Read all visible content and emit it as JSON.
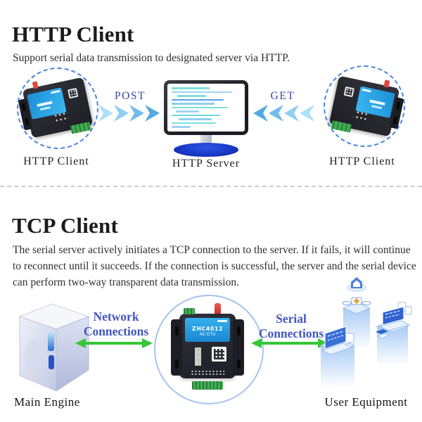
{
  "http_section": {
    "title": "HTTP Client",
    "description": "Support serial data transmission to designated server via HTTP.",
    "post_label": "POST",
    "get_label": "GET",
    "captions": {
      "left": "HTTP Client",
      "center": "HTTP Server",
      "right": "HTTP Client"
    }
  },
  "tcp_section": {
    "title": "TCP Client",
    "description": "The serial server actively initiates a TCP connection to the server. If it fails, it will continue to reconnect until it succeeds. If the connection is successful, the server and the serial device can perform two-way transparent data transmission.",
    "network_label": {
      "line1": "Network",
      "line2": "Connections"
    },
    "serial_label": {
      "line1": "Serial",
      "line2": "Connections"
    },
    "device": {
      "model": "ZHC4012",
      "band": "4G DTU"
    },
    "captions": {
      "left": "Main Engine",
      "right": "User Equipment"
    }
  },
  "colors": {
    "chevron_blue_light": "#ace0f7",
    "chevron_blue_dark": "#55a8e1",
    "dashed_circle_blue": "#4a86e0",
    "solid_circle_blue": "#a6c4f0",
    "flow_label_navy": "#36459c",
    "connection_label_blue": "#4256c0",
    "connection_green": "#35c735",
    "device_panel_blue": "#1fa3e8",
    "monitor_base_blue": "#1c3bd0"
  }
}
